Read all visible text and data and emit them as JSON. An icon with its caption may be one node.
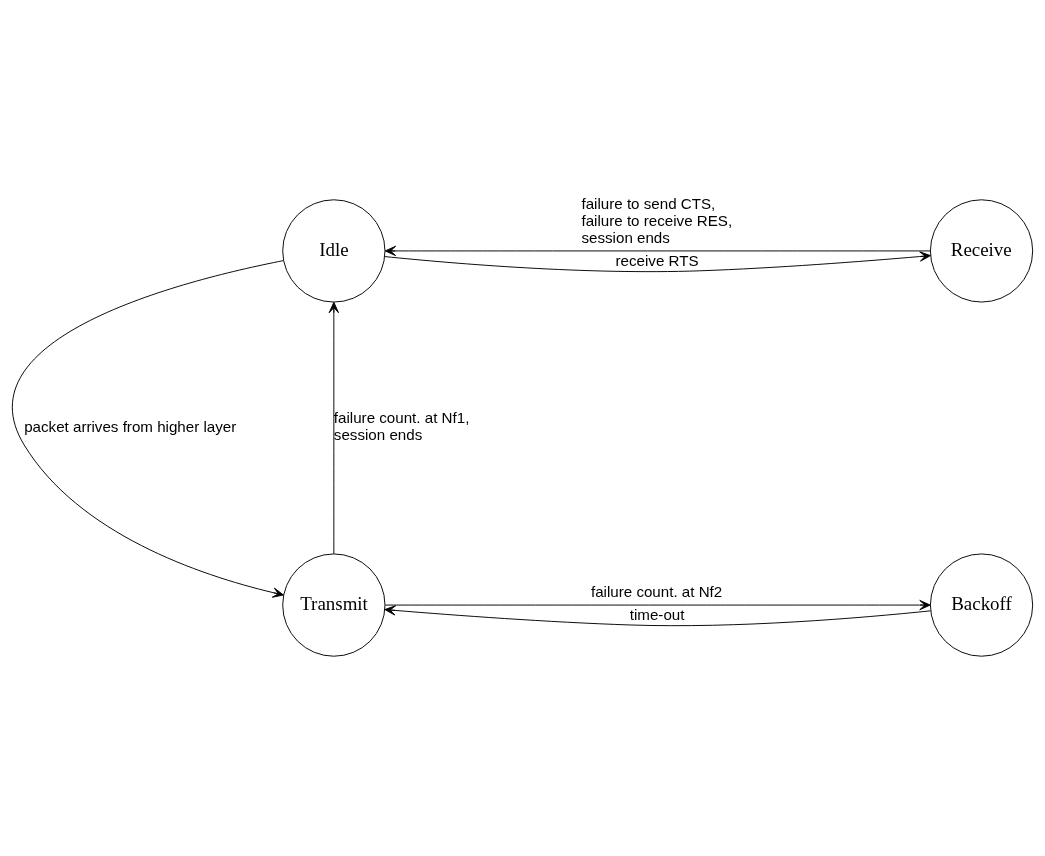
{
  "diagram": {
    "nodes": [
      {
        "text": [
          "Idle"
        ]
      },
      {
        "text": [
          "Receive"
        ]
      },
      {
        "text": [
          "Transmit"
        ]
      },
      {
        "text": [
          "Backoff"
        ]
      }
    ],
    "edges": [
      {
        "from": 0,
        "to": 1,
        "arrow": "to",
        "label": "receive RTS"
      },
      {
        "from": 1,
        "to": 0,
        "arrow": "to",
        "label": "failure to send CTS, failure to receive RES, session ends"
      },
      {
        "from": 0,
        "to": 2,
        "arrow": "to",
        "label": "packet arrives from higher layer"
      },
      {
        "from": 2,
        "to": 0,
        "arrow": "to",
        "label": "failure count. at Nf1, session ends"
      },
      {
        "from": 2,
        "to": 3,
        "arrow": "to",
        "label": "failure count. at Nf2"
      },
      {
        "from": 3,
        "to": 2,
        "arrow": "to",
        "label": "time-out"
      }
    ]
  }
}
